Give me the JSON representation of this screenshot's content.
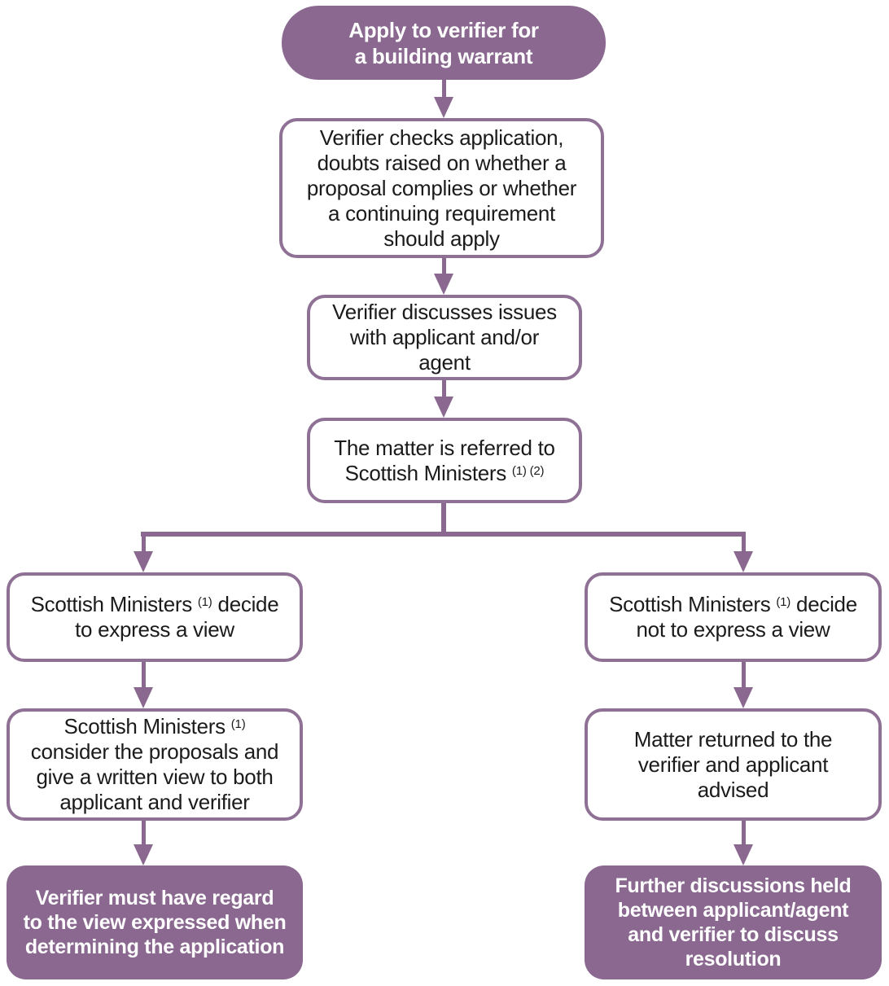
{
  "colors": {
    "purple": "#8a6890",
    "box_border": "#8f7195",
    "text": "#1b1b1b",
    "background": "#ffffff",
    "filled_box_text": "#ffffff"
  },
  "nodes": {
    "apply": {
      "text": "Apply to verifier for\na building warrant"
    },
    "check": {
      "text": "Verifier checks application,\ndoubts raised on whether a\nproposal complies or whether\na continuing requirement\nshould apply"
    },
    "discuss": {
      "text": "Verifier discusses issues\nwith applicant and/or\nagent"
    },
    "refer": {
      "pre": "The matter is referred to\nScottish Ministers",
      "sup": "(1) (2)"
    },
    "left_decide": {
      "pre": "Scottish Ministers",
      "sup": "(1)",
      "post": "decide\nto express a view"
    },
    "left_consider": {
      "pre": "Scottish Ministers",
      "sup": "(1)",
      "post": "\nconsider the proposals and\ngive a written view to both\napplicant and verifier"
    },
    "left_regard": {
      "text": "Verifier must have regard\nto the view expressed when\ndetermining the application"
    },
    "right_decide": {
      "pre": "Scottish Ministers",
      "sup": "(1)",
      "post": "decide\nnot to express a view"
    },
    "right_returned": {
      "text": "Matter returned to the\nverifier and applicant\nadvised"
    },
    "right_further": {
      "text": "Further discussions held\nbetween applicant/agent\nand verifier to discuss\nresolution"
    }
  },
  "footnote_markers": [
    "(1)",
    "(2)"
  ]
}
